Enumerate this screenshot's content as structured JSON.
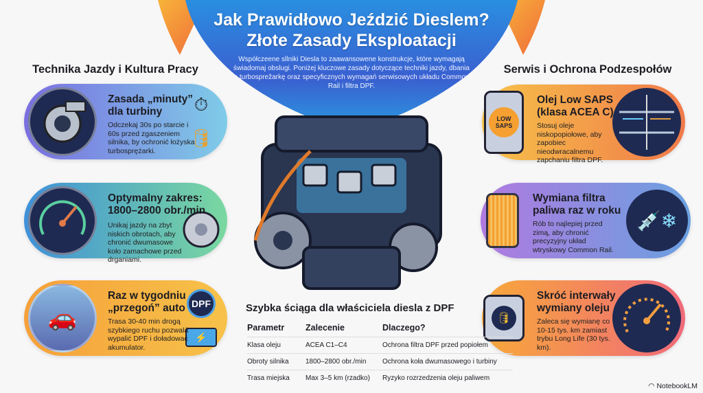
{
  "header": {
    "title_line1": "Jak Prawidłowo Jeździć Dieslem?",
    "title_line2": "Złote Zasady Eksploatacji",
    "description": "Współczeene sllniki Diesla to zaawansowene konstrukcje, które wymagają świadomaj obslugi. Poniżej kluczowe zasady dotyczące techniki jazdy, dbania o turbosprežarkę oraz specyficznych wymagań serwisowych układu Common Rail i filtra DPF."
  },
  "left": {
    "heading": "Technika Jazdy i Kultura Pracy",
    "cards": [
      {
        "title": "Zasada „minuty” dla turbiny",
        "text": "Odczekaj 30s po starcie i 60s przed zgaszeniem silnika, by ochronić łożyska turbosprężarki."
      },
      {
        "title": "Optymalny zakres: 1800–2800 obr./min",
        "text": "Unikaj jazdy na zbyt niskich obrotach, aby chronić dwumasowe koło zamachowe przed drganiami."
      },
      {
        "title": "Raz w tygodniu „przegoń” auto",
        "text": "Trasa 30-40 min drogą szybkiego ruchu pozwalá wypalić DPF i doładować akumulator.",
        "badge": "DPF"
      }
    ]
  },
  "right": {
    "heading": "Serwis i Ochrona Podzespołów",
    "cards": [
      {
        "title": "Olej Low SAPS (klasa ACEA C)",
        "text": "Stosuj oleje niskopopiołowe, aby zapobiec nieodwracalnemu zapchaniu filtra DPF.",
        "badge": "LOW SAPS"
      },
      {
        "title": "Wymiana filtra paliwa raz w roku",
        "text": "Rób to najlepiej przed zimą, aby chronić precyzyjny układ wtryskowy Common Rail."
      },
      {
        "title": "Skróć interwały wymiany oleju",
        "text": "Zaleca się wymianę co 10-15 tys. km zamiast trybu Long Life (30 tys. km)."
      }
    ]
  },
  "table": {
    "title": "Szybka ściąga dla właściciela diesla z DPF",
    "headers": [
      "Parametr",
      "Zalecenie",
      "Dlaczego?"
    ],
    "rows": [
      [
        "Klasa oleju",
        "ACEA C1–C4",
        "Ochrona filtra DPF przed popiołem"
      ],
      [
        "Obroty silnika",
        "1800–2800 obr./min",
        "Ochrona koła dwumasowego i turbiny"
      ],
      [
        "Trasa miejska",
        "Max 3–5 km (rzadko)",
        "Ryzyko rozrzedzenia oleju paliwem"
      ]
    ]
  },
  "brand": "NotebookLM",
  "colors": {
    "blue": "#2b6fd6",
    "orange": "#f59a2a",
    "navy": "#1f2a52"
  }
}
